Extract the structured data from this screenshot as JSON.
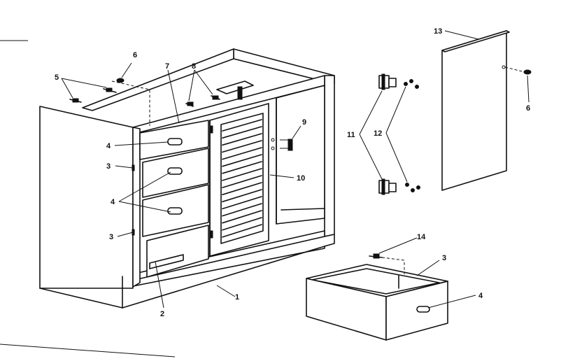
{
  "callouts": {
    "c1": "1",
    "c2": "2",
    "c3a": "3",
    "c3b": "3",
    "c3c": "3",
    "c4a": "4",
    "c4b": "4",
    "c4c": "4",
    "c5": "5",
    "c6a": "6",
    "c6b": "6",
    "c7": "7",
    "c8": "8",
    "c9": "9",
    "c10": "10",
    "c11": "11",
    "c12": "12",
    "c13": "13",
    "c14": "14"
  }
}
